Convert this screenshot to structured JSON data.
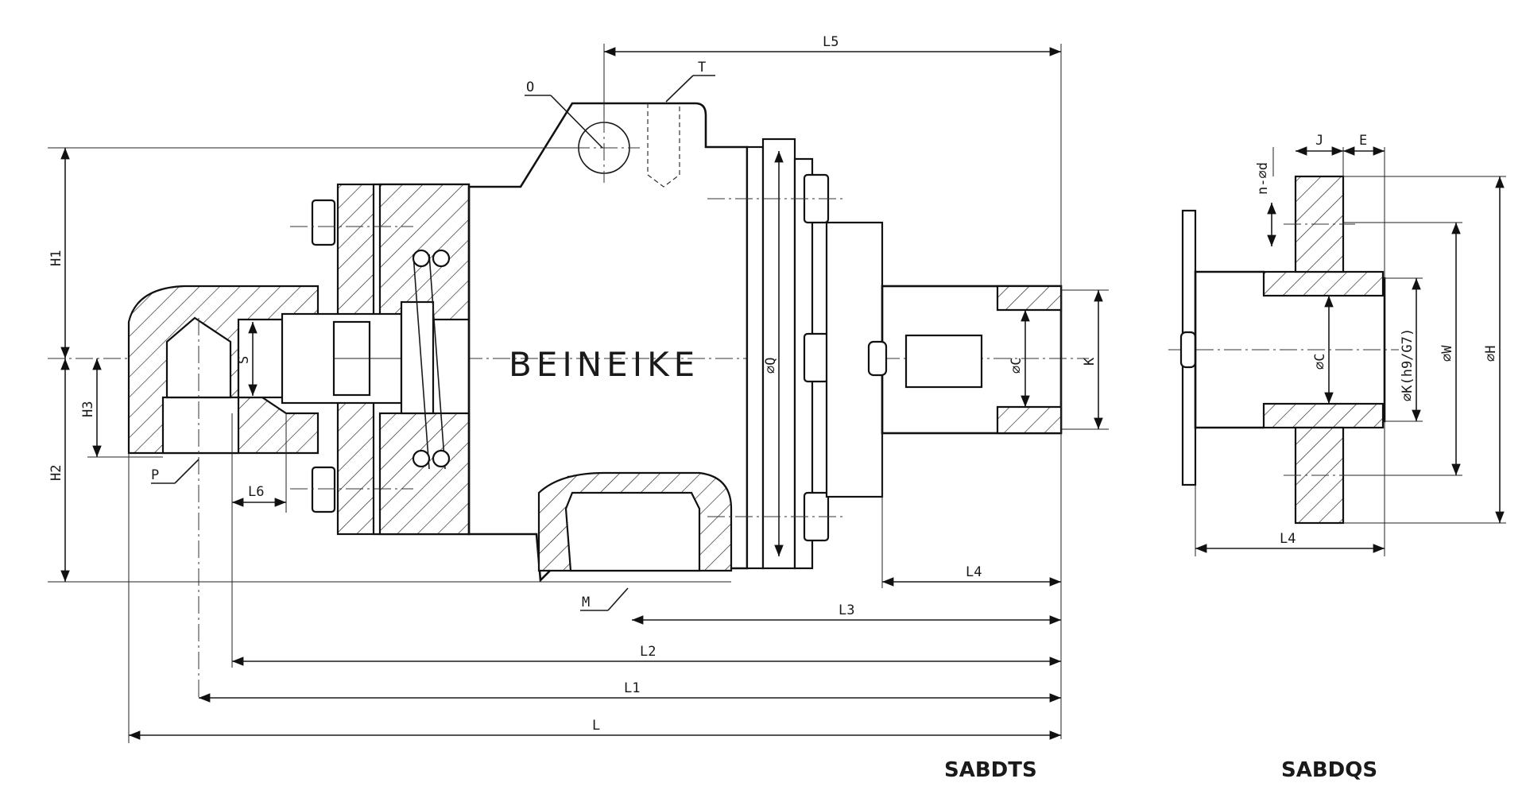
{
  "brand": "BEINEIKE",
  "models": {
    "left": "SABDTS",
    "right": "SABDQS"
  },
  "labels": {
    "L": "L",
    "L1": "L1",
    "L2": "L2",
    "L3": "L3",
    "L4": "L4",
    "L5": "L5",
    "L6": "L6",
    "H1": "H1",
    "H2": "H2",
    "H3": "H3",
    "O": "O",
    "T": "T",
    "P": "P",
    "M": "M",
    "S": "S",
    "Q": "⌀Q",
    "C": "⌀C",
    "K": "K",
    "L4_right": "L4",
    "n_d": "n-⌀d",
    "J": "J",
    "E": "E",
    "C_right": "⌀C",
    "K_tol": "⌀K(h9/G7)",
    "W": "⌀W",
    "H": "⌀H"
  }
}
